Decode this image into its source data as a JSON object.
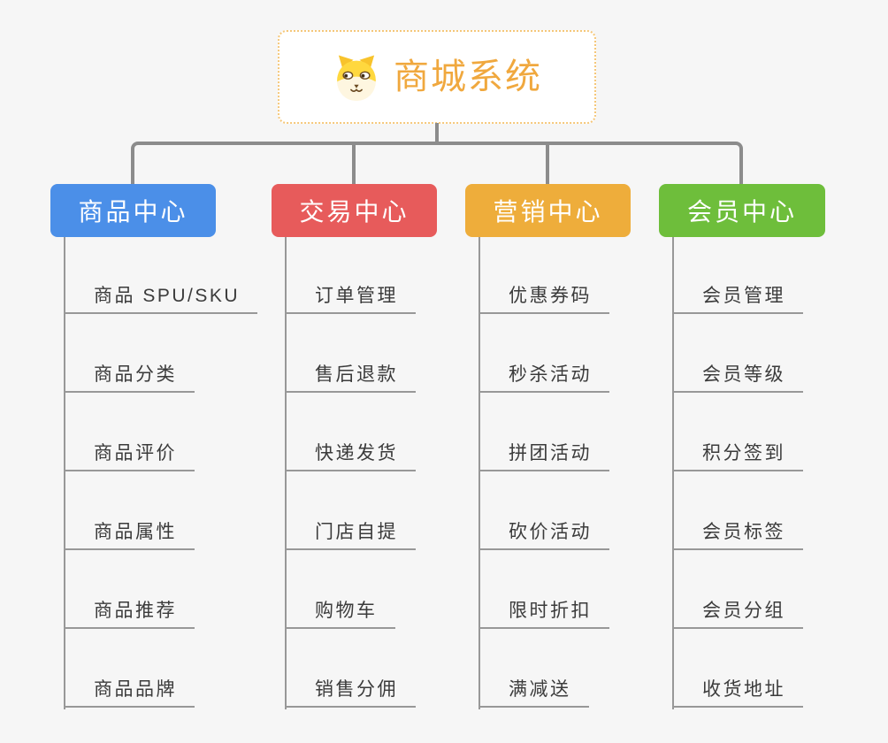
{
  "root": {
    "title": "商城系统",
    "icon": "dog-icon"
  },
  "branches": [
    {
      "label": "商品中心",
      "color": "#4b8fe8",
      "items": [
        "商品 SPU/SKU",
        "商品分类",
        "商品评价",
        "商品属性",
        "商品推荐",
        "商品品牌"
      ]
    },
    {
      "label": "交易中心",
      "color": "#e75b5b",
      "items": [
        "订单管理",
        "售后退款",
        "快递发货",
        "门店自提",
        "购物车",
        "销售分佣"
      ]
    },
    {
      "label": "营销中心",
      "color": "#eead3b",
      "items": [
        "优惠券码",
        "秒杀活动",
        "拼团活动",
        "砍价活动",
        "限时折扣",
        "满减送"
      ]
    },
    {
      "label": "会员中心",
      "color": "#6ebe3b",
      "items": [
        "会员管理",
        "会员等级",
        "积分签到",
        "会员标签",
        "会员分组",
        "收货地址"
      ]
    }
  ],
  "colors": {
    "background": "#f6f6f6",
    "connector": "#8c8c8c",
    "underline": "#989898",
    "item_text": "#3b3b3b",
    "root_text": "#f0a83e",
    "root_border": "#f5c779"
  }
}
